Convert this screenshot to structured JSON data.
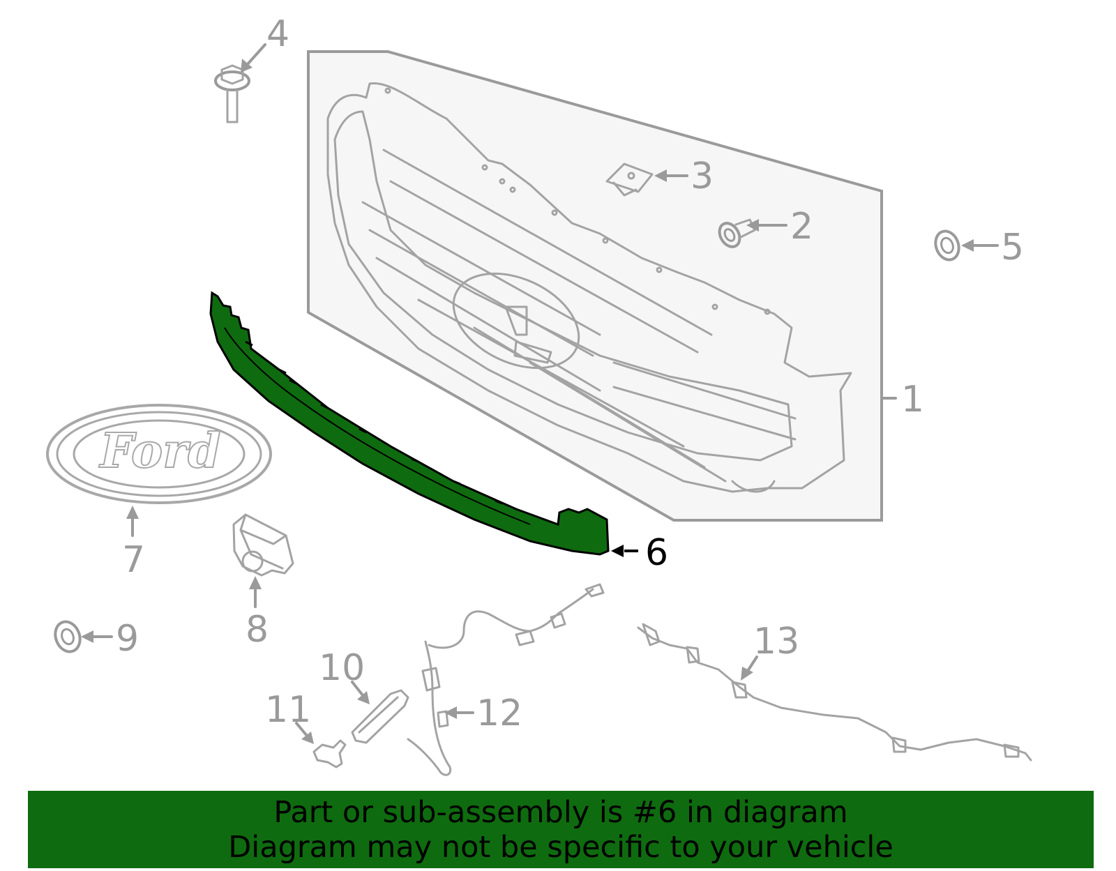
{
  "callouts": [
    "1",
    "2",
    "3",
    "4",
    "5",
    "6",
    "7",
    "8",
    "9",
    "10",
    "11",
    "12",
    "13"
  ],
  "highlighted_part": "6",
  "emblem_text": "Ford",
  "colors": {
    "part_outline": "#9a9a9a",
    "highlight_fill": "#0f6b0f",
    "panel_fill": "#f6f6f6",
    "banner_bg": "#0f6b0f",
    "banner_text": "#000000"
  },
  "banner": {
    "line1": "Part or sub-assembly is #6 in diagram",
    "line2": "Diagram may not be specific to your vehicle"
  }
}
